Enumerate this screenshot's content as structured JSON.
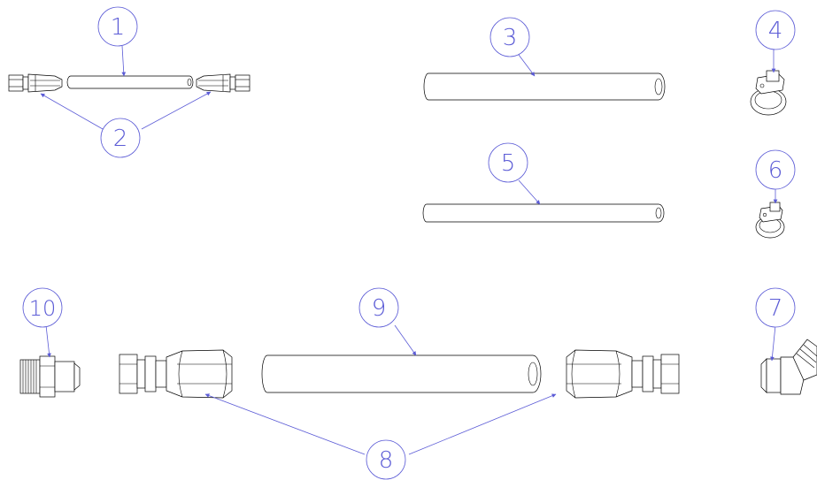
{
  "drawing": {
    "line_color": "#000000",
    "balloon_color": "#5b5bd6",
    "balloons": [
      {
        "id": "b1",
        "label": "1"
      },
      {
        "id": "b2",
        "label": "2"
      },
      {
        "id": "b3",
        "label": "3"
      },
      {
        "id": "b4",
        "label": "4"
      },
      {
        "id": "b5",
        "label": "5"
      },
      {
        "id": "b6",
        "label": "6"
      },
      {
        "id": "b7",
        "label": "7"
      },
      {
        "id": "b8",
        "label": "8"
      },
      {
        "id": "b9",
        "label": "9"
      },
      {
        "id": "b10",
        "label": "10"
      }
    ]
  }
}
